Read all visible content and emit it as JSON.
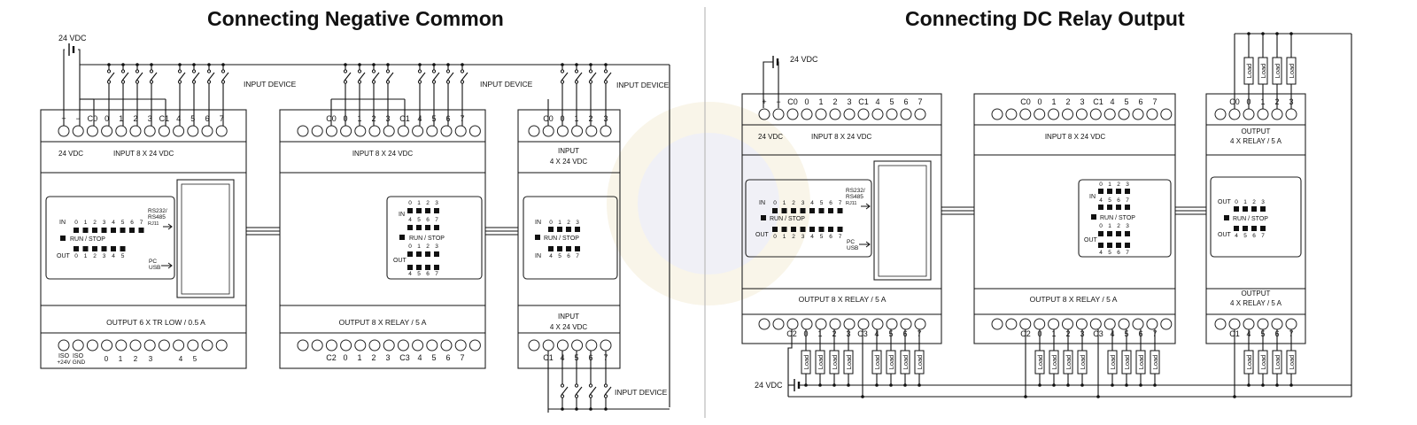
{
  "left": {
    "title": "Connecting Negative Common",
    "supply_label": "24 VDC",
    "input_device_label": "INPUT DEVICE",
    "cpu": {
      "top_terms": [
        "+",
        "−",
        "C0",
        "0",
        "1",
        "2",
        "3",
        "C1",
        "4",
        "5",
        "6",
        "7"
      ],
      "supply_text": "24 VDC",
      "input_text": "INPUT 8 X 24 VDC",
      "in_label": "IN",
      "out_label": "OUT",
      "in_nums": [
        "0",
        "1",
        "2",
        "3",
        "4",
        "5",
        "6",
        "7"
      ],
      "out_nums": [
        "0",
        "1",
        "2",
        "3",
        "4",
        "5"
      ],
      "run_stop": "RUN / STOP",
      "port1": [
        "RS232/",
        "RS485",
        "RJ11"
      ],
      "port2": [
        "PC",
        "USB"
      ],
      "output_text": "OUTPUT 6 X TR LOW / 0.5 A",
      "bottom_iso": [
        "ISO",
        "ISO"
      ],
      "bottom_iso2": [
        "+24V",
        "GND"
      ],
      "bottom_terms": [
        "0",
        "1",
        "2",
        "3",
        "4",
        "5"
      ]
    },
    "exp1": {
      "top_terms": [
        "C0",
        "0",
        "1",
        "2",
        "3",
        "C1",
        "4",
        "5",
        "6",
        "7"
      ],
      "input_text": "INPUT 8 X 24 VDC",
      "in_label": "IN",
      "out_label": "OUT",
      "led_row1": [
        "0",
        "1",
        "2",
        "3"
      ],
      "led_row2": [
        "4",
        "5",
        "6",
        "7"
      ],
      "run_stop": "RUN / STOP",
      "output_text": "OUTPUT 8 X RELAY / 5 A",
      "bottom_terms": [
        "C2",
        "0",
        "1",
        "2",
        "3",
        "C3",
        "4",
        "5",
        "6",
        "7"
      ]
    },
    "exp2": {
      "top_terms": [
        "C0",
        "0",
        "1",
        "2",
        "3"
      ],
      "input_text_1": "INPUT",
      "input_text_2": "4 X 24 VDC",
      "in_label": "IN",
      "led_row1": [
        "0",
        "1",
        "2",
        "3"
      ],
      "led_row2": [
        "4",
        "5",
        "6",
        "7"
      ],
      "run_stop": "RUN / STOP",
      "bottom_text_1": "INPUT",
      "bottom_text_2": "4 X 24 VDC",
      "bottom_terms": [
        "C1",
        "4",
        "5",
        "6",
        "7"
      ]
    }
  },
  "right": {
    "title": "Connecting DC Relay Output",
    "supply_top_label": "24 VDC",
    "supply_bottom_label": "24 VDC",
    "load_label": "Load",
    "cpu": {
      "top_terms": [
        "+",
        "−",
        "C0",
        "0",
        "1",
        "2",
        "3",
        "C1",
        "4",
        "5",
        "6",
        "7"
      ],
      "supply_text": "24 VDC",
      "input_text": "INPUT 8 X 24 VDC",
      "in_label": "IN",
      "out_label": "OUT",
      "in_nums": [
        "0",
        "1",
        "2",
        "3",
        "4",
        "5",
        "6",
        "7"
      ],
      "out_nums": [
        "0",
        "1",
        "2",
        "3",
        "4",
        "5",
        "6",
        "7"
      ],
      "run_stop": "RUN / STOP",
      "port1": [
        "RS232/",
        "RS485",
        "RJ11"
      ],
      "port2": [
        "PC",
        "USB"
      ],
      "output_text": "OUTPUT 8 X RELAY / 5 A",
      "bottom_terms": [
        "C2",
        "0",
        "1",
        "2",
        "3",
        "C3",
        "4",
        "5",
        "6",
        "7"
      ]
    },
    "exp1": {
      "top_terms": [
        "C0",
        "0",
        "1",
        "2",
        "3",
        "C1",
        "4",
        "5",
        "6",
        "7"
      ],
      "input_text": "INPUT 8 X 24 VDC",
      "in_label": "IN",
      "out_label": "OUT",
      "led_row1": [
        "0",
        "1",
        "2",
        "3"
      ],
      "led_row2": [
        "4",
        "5",
        "6",
        "7"
      ],
      "run_stop": "RUN / STOP",
      "output_text": "OUTPUT 8 X RELAY / 5 A",
      "bottom_terms": [
        "C2",
        "0",
        "1",
        "2",
        "3",
        "C3",
        "4",
        "5",
        "6",
        "7"
      ]
    },
    "exp2": {
      "top_terms": [
        "C0",
        "0",
        "1",
        "2",
        "3"
      ],
      "top_text_1": "OUTPUT",
      "top_text_2": "4 X RELAY / 5 A",
      "out_label": "OUT",
      "led_row1": [
        "0",
        "1",
        "2",
        "3"
      ],
      "led_row2": [
        "4",
        "5",
        "6",
        "7"
      ],
      "run_stop": "RUN / STOP",
      "bottom_text_1": "OUTPUT",
      "bottom_text_2": "4 X RELAY / 5 A",
      "bottom_terms": [
        "C1",
        "4",
        "5",
        "6",
        "7"
      ]
    }
  }
}
